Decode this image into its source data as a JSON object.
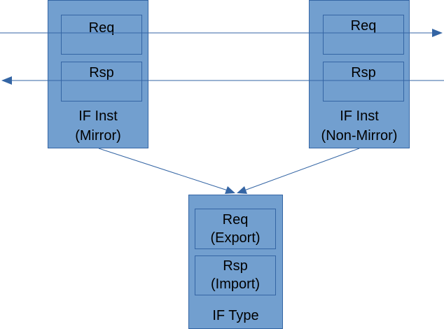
{
  "colors": {
    "fill": "#729fcf",
    "stroke": "#3465a4",
    "text": "#000000",
    "arrow": "#3465a4"
  },
  "mirror": {
    "req": "Req",
    "rsp": "Rsp",
    "name_line1": "IF Inst",
    "name_line2": "(Mirror)"
  },
  "non_mirror": {
    "req": "Req",
    "rsp": "Rsp",
    "name_line1": "IF Inst",
    "name_line2": "(Non-Mirror)"
  },
  "if_type": {
    "req_line1": "Req",
    "req_line2": "(Export)",
    "rsp_line1": "Rsp",
    "rsp_line2": "(Import)",
    "name": "IF Type"
  }
}
